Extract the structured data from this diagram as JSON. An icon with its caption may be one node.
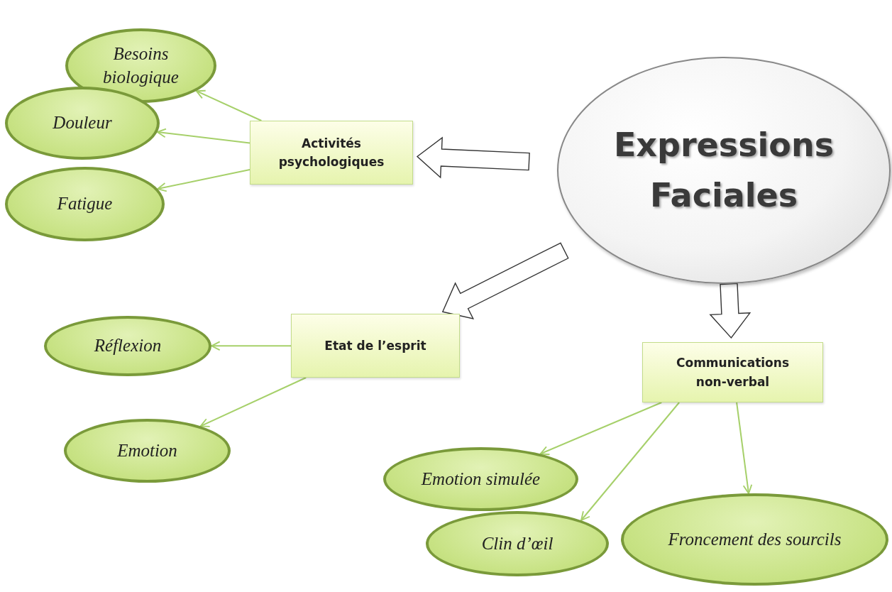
{
  "diagram": {
    "nodes": [
      {
        "text": [
          "Expressions Faciales"
        ]
      },
      {
        "text": [
          "Activités psychologiques"
        ]
      },
      {
        "text": [
          "Etat de l’esprit"
        ]
      },
      {
        "text": [
          "Communications non-verbal"
        ]
      },
      {
        "text": [
          "Besoins biologique"
        ]
      },
      {
        "text": [
          "Douleur"
        ]
      },
      {
        "text": [
          "Fatigue"
        ]
      },
      {
        "text": [
          "Réflexion"
        ]
      },
      {
        "text": [
          "Emotion"
        ]
      },
      {
        "text": [
          "Emotion simulée"
        ]
      },
      {
        "text": [
          "Clin d’œil"
        ]
      },
      {
        "text": [
          "Froncement des sourcils"
        ]
      }
    ],
    "edges": [
      {
        "from": 0,
        "to": 1,
        "arrow": "to",
        "style": "thick",
        "color": "#333333"
      },
      {
        "from": 0,
        "to": 2,
        "arrow": "to",
        "style": "thick",
        "color": "#333333"
      },
      {
        "from": 0,
        "to": 3,
        "arrow": "to",
        "style": "thick",
        "color": "#333333"
      },
      {
        "from": 1,
        "to": 4,
        "arrow": "to"
      },
      {
        "from": 1,
        "to": 5,
        "arrow": "to"
      },
      {
        "from": 1,
        "to": 6,
        "arrow": "to"
      },
      {
        "from": 2,
        "to": 7,
        "arrow": "to"
      },
      {
        "from": 2,
        "to": 8,
        "arrow": "to"
      },
      {
        "from": 3,
        "to": 9,
        "arrow": "to"
      },
      {
        "from": 3,
        "to": 10,
        "arrow": "to"
      },
      {
        "from": 3,
        "to": 11,
        "arrow": "to"
      }
    ]
  }
}
